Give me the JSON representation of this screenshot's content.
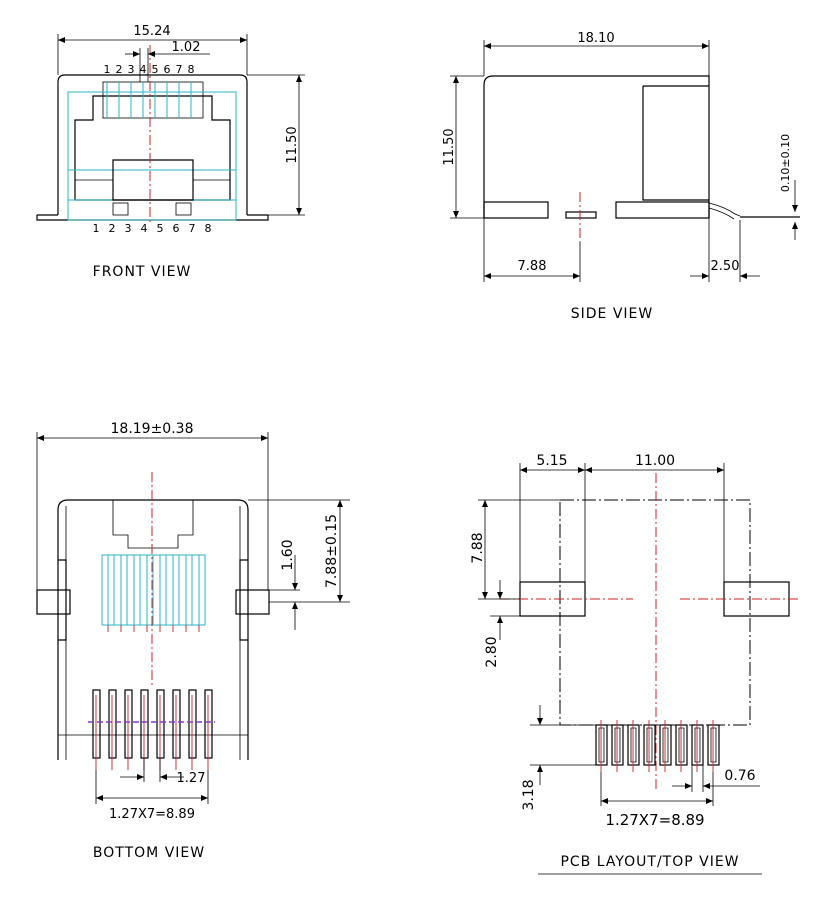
{
  "front_view": {
    "label": "FRONT VIEW",
    "dim_width": "15.24",
    "dim_pitch": "1.02",
    "dim_height": "11.50",
    "pins_top": [
      "1",
      "2",
      "3",
      "4",
      "5",
      "6",
      "7",
      "8"
    ],
    "pins_bottom": [
      "1",
      "2",
      "3",
      "4",
      "5",
      "6",
      "7",
      "8"
    ]
  },
  "side_view": {
    "label": "SIDE VIEW",
    "dim_length": "18.10",
    "dim_height": "11.50",
    "dim_offset": "7.88",
    "dim_lead": "2.50",
    "dim_tol": "0.10±0.10"
  },
  "bottom_view": {
    "label": "BOTTOM VIEW",
    "dim_width": "18.19±0.38",
    "dim_post": "1.60",
    "dim_depth": "7.88±0.15",
    "dim_pitch": "1.27",
    "dim_span": "1.27X7=8.89"
  },
  "pcb_view": {
    "label": "PCB LAYOUT/TOP VIEW",
    "dim_left": "5.15",
    "dim_center": "11.00",
    "dim_v1": "7.88",
    "dim_v2": "2.80",
    "dim_v3": "3.18",
    "dim_pad": "0.76",
    "dim_span": "1.27X7=8.89"
  }
}
